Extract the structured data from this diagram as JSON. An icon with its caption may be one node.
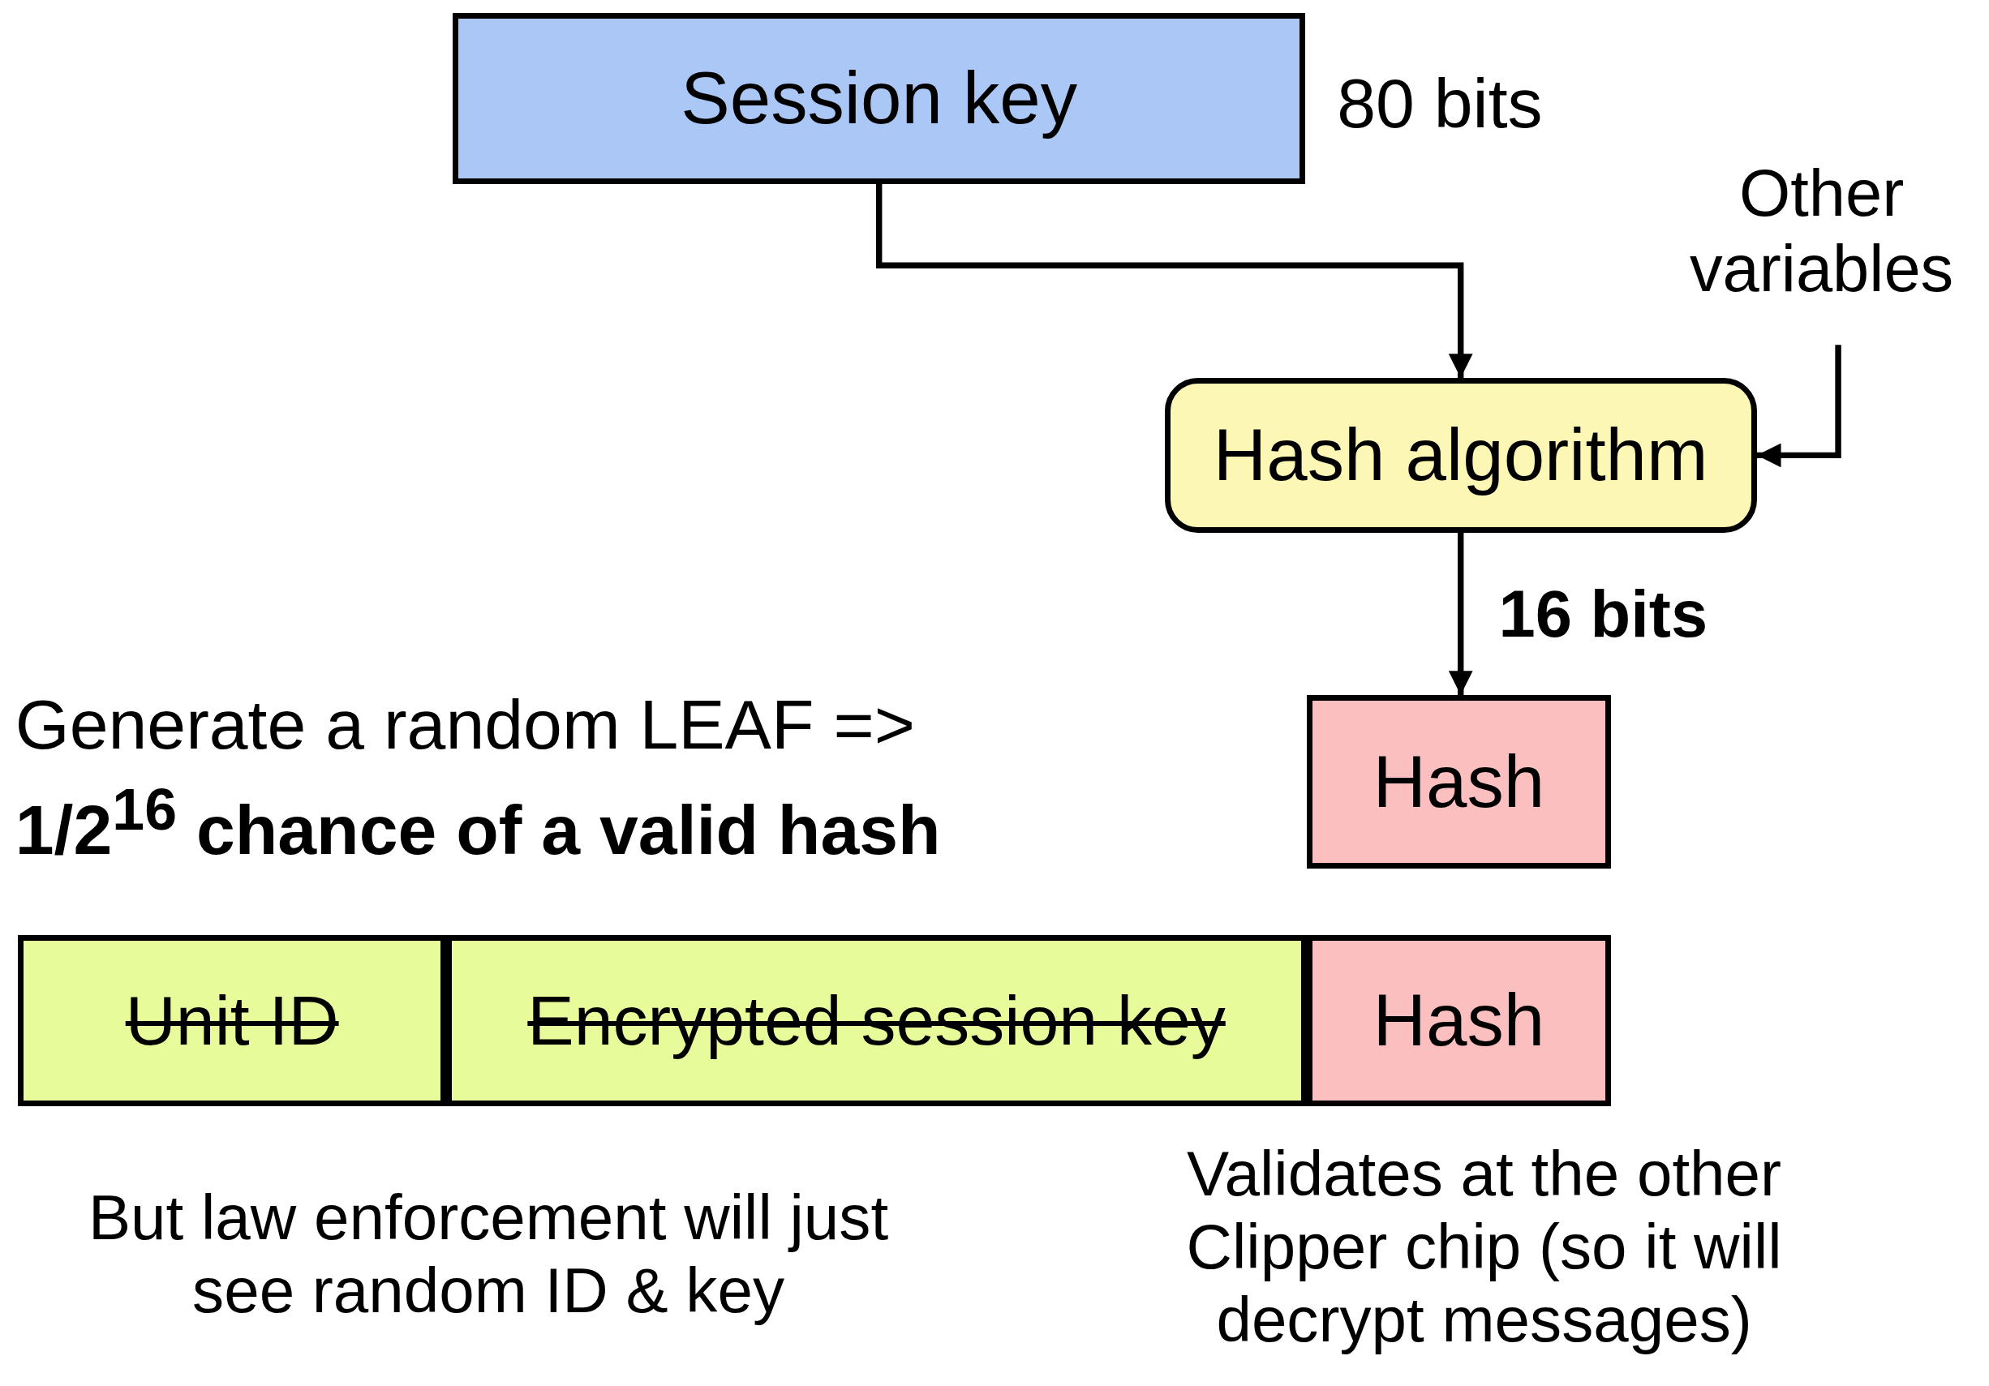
{
  "diagram": {
    "nodes": [
      {
        "text": [
          "Session key"
        ],
        "beside": [
          "80 bits"
        ]
      },
      {
        "text": [
          "Other variables"
        ]
      },
      {
        "text": [
          "Hash algorithm"
        ]
      },
      {
        "text": [
          "Hash"
        ]
      },
      {
        "text": [
          "Unit ID"
        ]
      },
      {
        "text": [
          "Encrypted session key"
        ]
      },
      {
        "text": [
          "Hash"
        ]
      }
    ],
    "edges": [
      {
        "from": 0,
        "to": 2,
        "arrow": "to"
      },
      {
        "from": 1,
        "to": 2,
        "arrow": "to"
      },
      {
        "from": 2,
        "to": 3,
        "arrow": "to",
        "label": "16 bits"
      }
    ],
    "labels": [
      "Generate a random LEAF =>",
      "1/2$^{16}$ chance of a valid hash",
      "But law enforcement will just see random ID & key",
      "Validates at the other Clipper chip (so it will decrypt messages)"
    ]
  }
}
